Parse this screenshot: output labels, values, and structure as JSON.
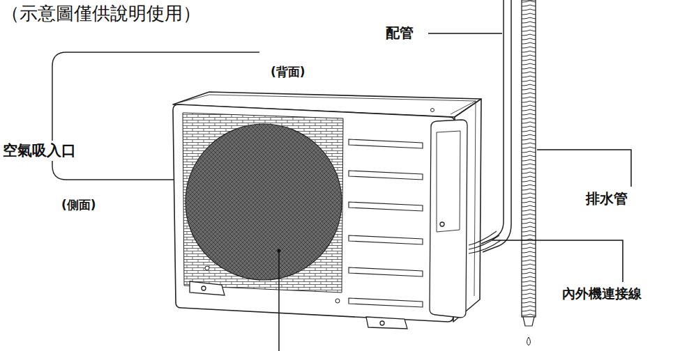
{
  "diagram": {
    "labels": [
      "（示意圖僅供說明使用）",
      "配管",
      "(背面)",
      "空氣吸入口",
      "(側面)",
      "排水管",
      "內外機連接線"
    ]
  }
}
